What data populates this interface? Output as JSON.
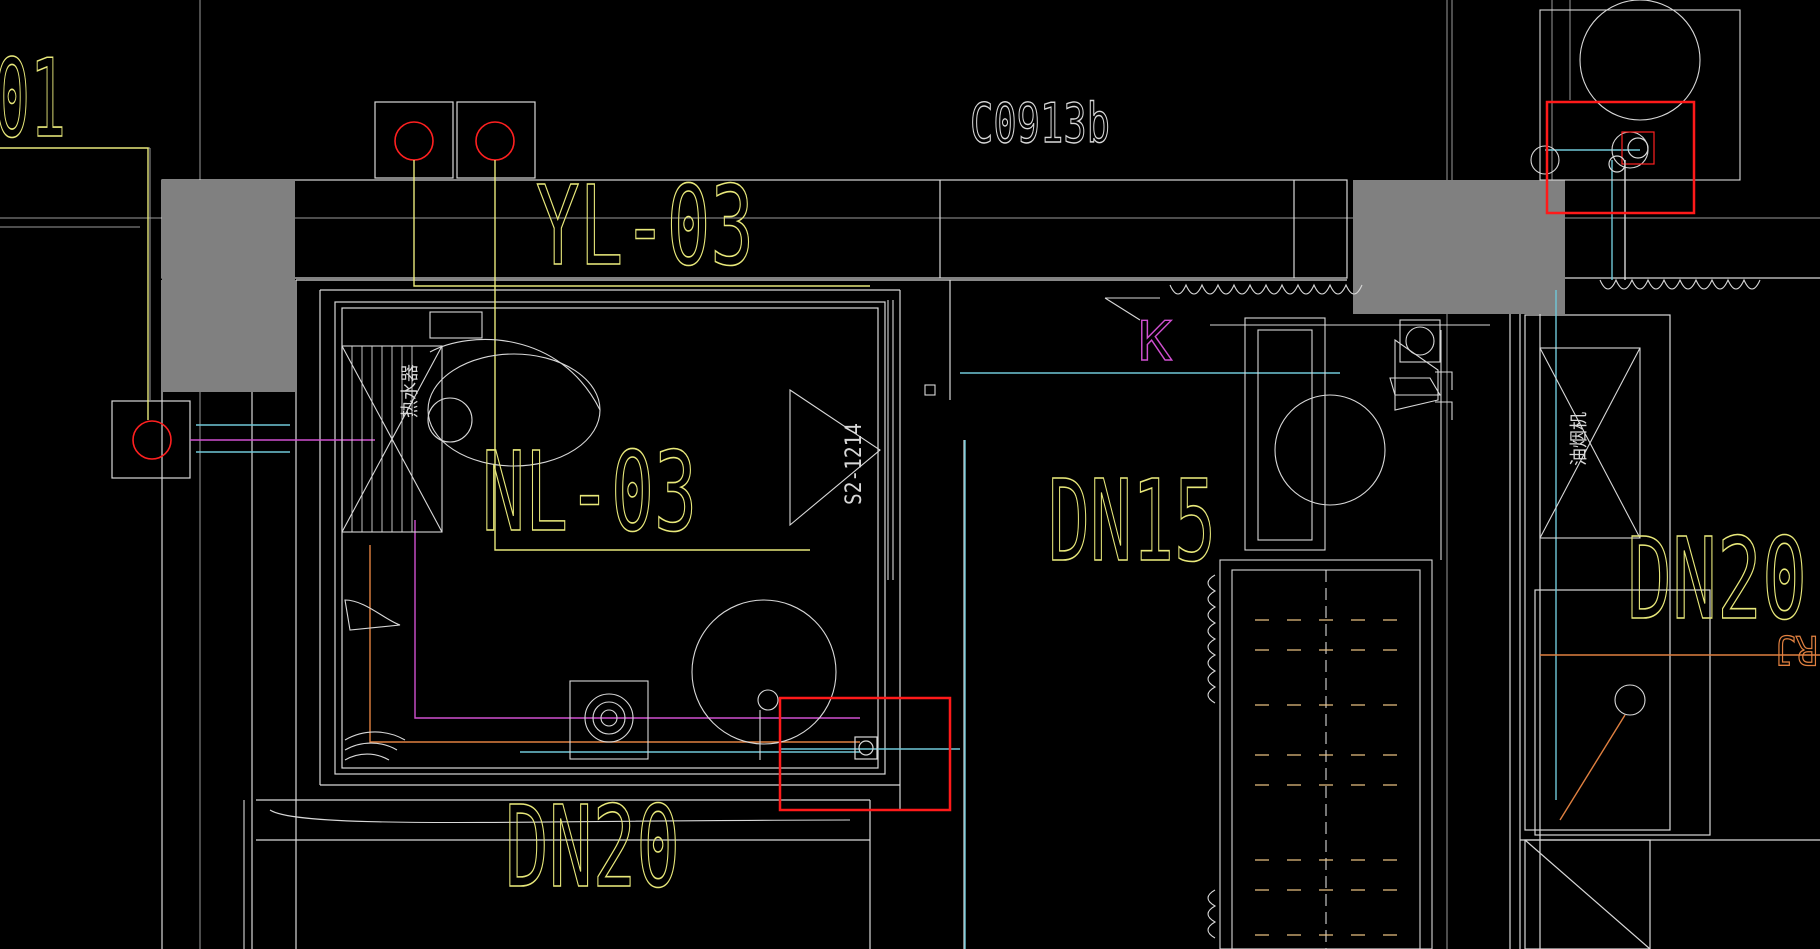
{
  "drawing": {
    "labels": {
      "door_code": "C0913b",
      "edge_fragment": "01",
      "riser_yl": "YL-03",
      "riser_nl": "NL-03",
      "pipe_dn15": "DN15",
      "pipe_dn20_bottom": "DN20",
      "pipe_dn20_right": "DN20",
      "pipe_k": "K",
      "pipe_rj": "RJ",
      "window_code": "S2-1214",
      "water_heater": "热水器",
      "range_hood": "油烟机"
    },
    "colors": {
      "background": "#000000",
      "wall_fill": "#808080",
      "linework": "#d8d8d8",
      "yellow_line": "#e8e87a",
      "magenta_line": "#d050d0",
      "orange_line": "#e08040",
      "cyan_line": "#70c8d8",
      "riser_circle": "#ff2020",
      "highlight_box": "#ff1a1a"
    }
  }
}
